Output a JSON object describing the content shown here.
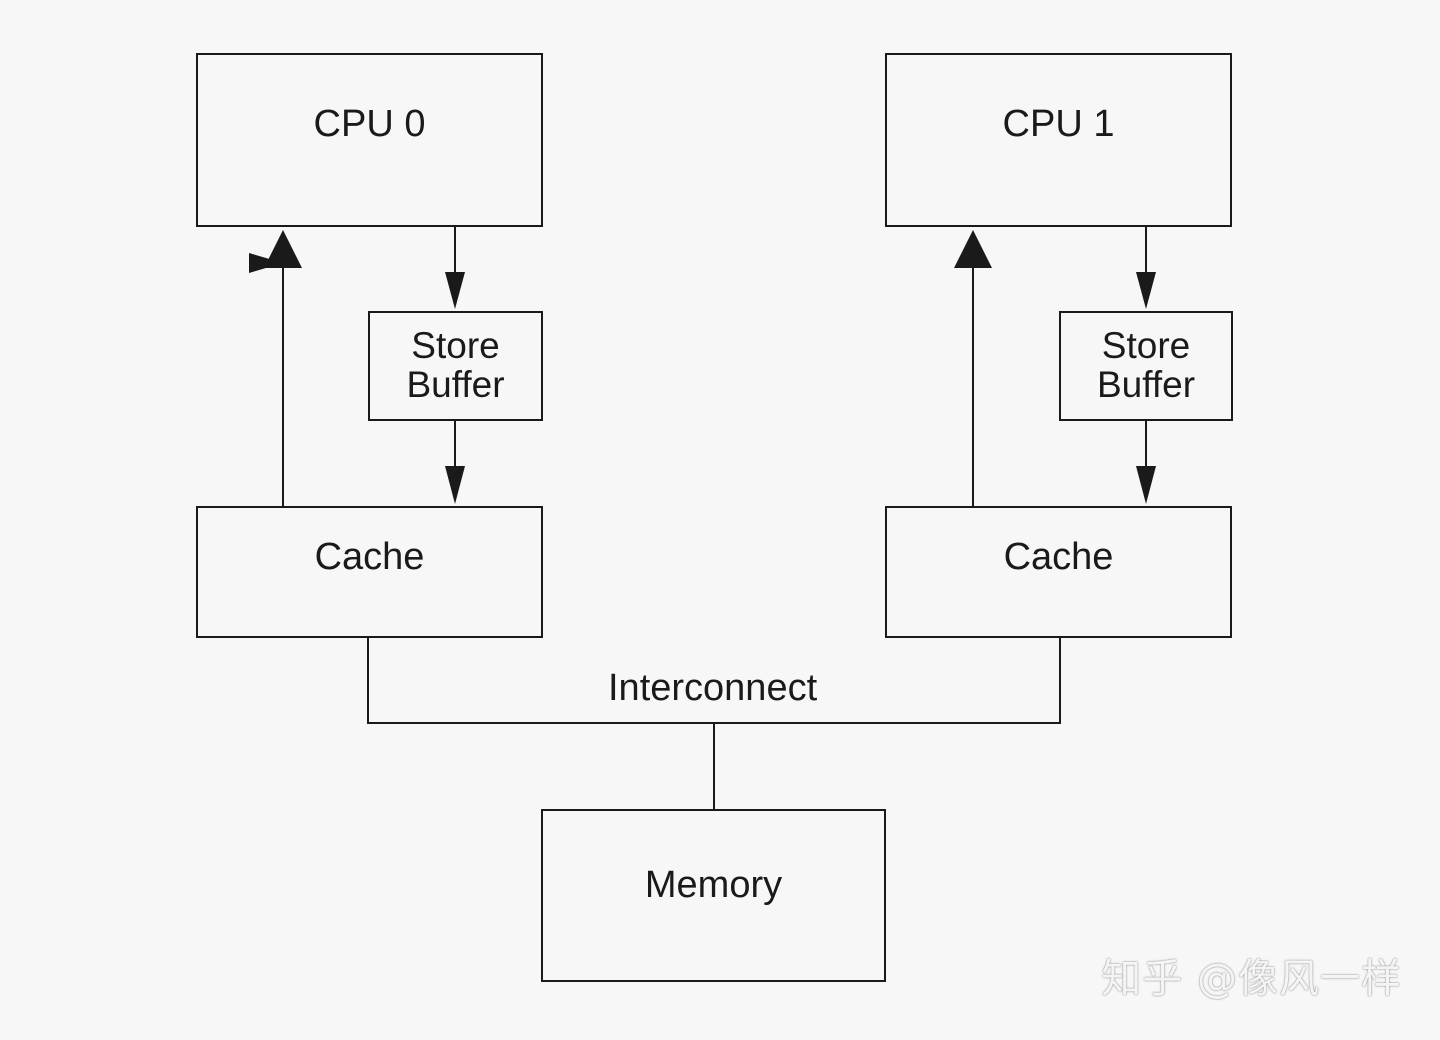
{
  "diagram": {
    "cpu0": {
      "label": "CPU 0"
    },
    "cpu1": {
      "label": "CPU 1"
    },
    "store_buffer_0": {
      "line1": "Store",
      "line2": "Buffer"
    },
    "store_buffer_1": {
      "line1": "Store",
      "line2": "Buffer"
    },
    "cache0": {
      "label": "Cache"
    },
    "cache1": {
      "label": "Cache"
    },
    "interconnect": {
      "label": "Interconnect"
    },
    "memory": {
      "label": "Memory"
    }
  },
  "watermark": {
    "text": "知乎 @像风一样"
  },
  "colors": {
    "background": "#f7f7f8",
    "stroke": "#1a1a1a"
  }
}
